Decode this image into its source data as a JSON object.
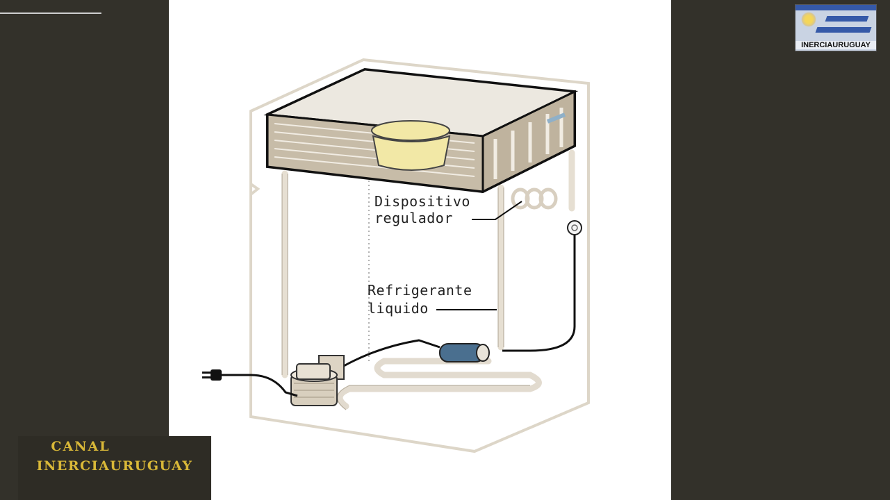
{
  "diagram": {
    "labels": {
      "regulator_line1": "Dispositivo",
      "regulator_line2": "regulador",
      "refrigerant_line1": "Refrigerante",
      "refrigerant_line2": "liquido"
    }
  },
  "logo": {
    "name": "INERCIAURUGUAY"
  },
  "watermark": {
    "line1": "CANAL",
    "line2": "INERCIAURUGUAY"
  },
  "colors": {
    "background": "#33312a",
    "diagram_background": "#ffffff",
    "watermark_text": "#d9b838",
    "freezer": "#cfc6b6",
    "bowl": "#f2e8a6",
    "filter": "#4a6f8f"
  }
}
